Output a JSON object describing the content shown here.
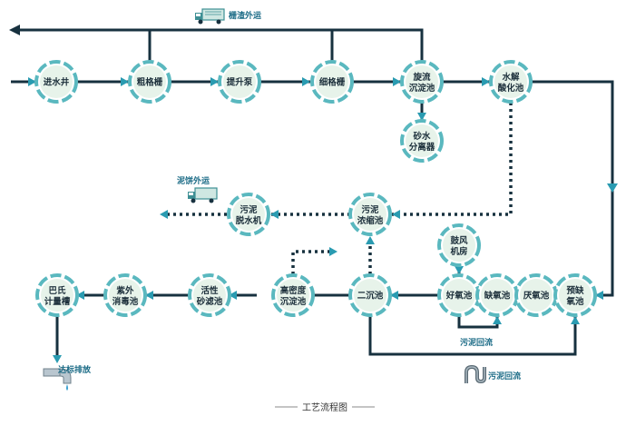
{
  "colors": {
    "line": "#17313f",
    "arrow": "#2a9bb1",
    "node_fill": "#e7f3ea",
    "node_ring": "#5ab8bf",
    "accent": "#1b6b86"
  },
  "nodes": {
    "jinshuijing": "进水井",
    "cugeshan": "粗格栅",
    "tishengbeng": "提升泵",
    "xigeshan": "细格栅",
    "xuanliu": [
      "旋流",
      "沉淀池"
    ],
    "shuijie": [
      "水解",
      "酸化池"
    ],
    "shashui": [
      "砂水",
      "分离器"
    ],
    "wuni_tuoshui": [
      "污泥",
      "脱水机"
    ],
    "wuni_nongsuo": [
      "污泥",
      "浓缩池"
    ],
    "gufeng": [
      "鼓风",
      "机房"
    ],
    "haoyang": "好氧池",
    "queyang": "缺氧池",
    "yanyang": "厌氧池",
    "yuqueyang": [
      "预缺",
      "氧池"
    ],
    "erchen": "二沉池",
    "gaomidu": [
      "高密度",
      "沉淀池"
    ],
    "huoxing": [
      "活性",
      "砂滤池"
    ],
    "ziwai": [
      "紫外",
      "消毒池"
    ],
    "bashi": [
      "巴氏",
      "计量槽"
    ]
  },
  "notes": {
    "zhazha": "栅渣外运",
    "nibing": "泥饼外运",
    "wuni_huiliu": "污泥回流",
    "dabiao": "达标排放"
  },
  "title": "工艺流程图"
}
